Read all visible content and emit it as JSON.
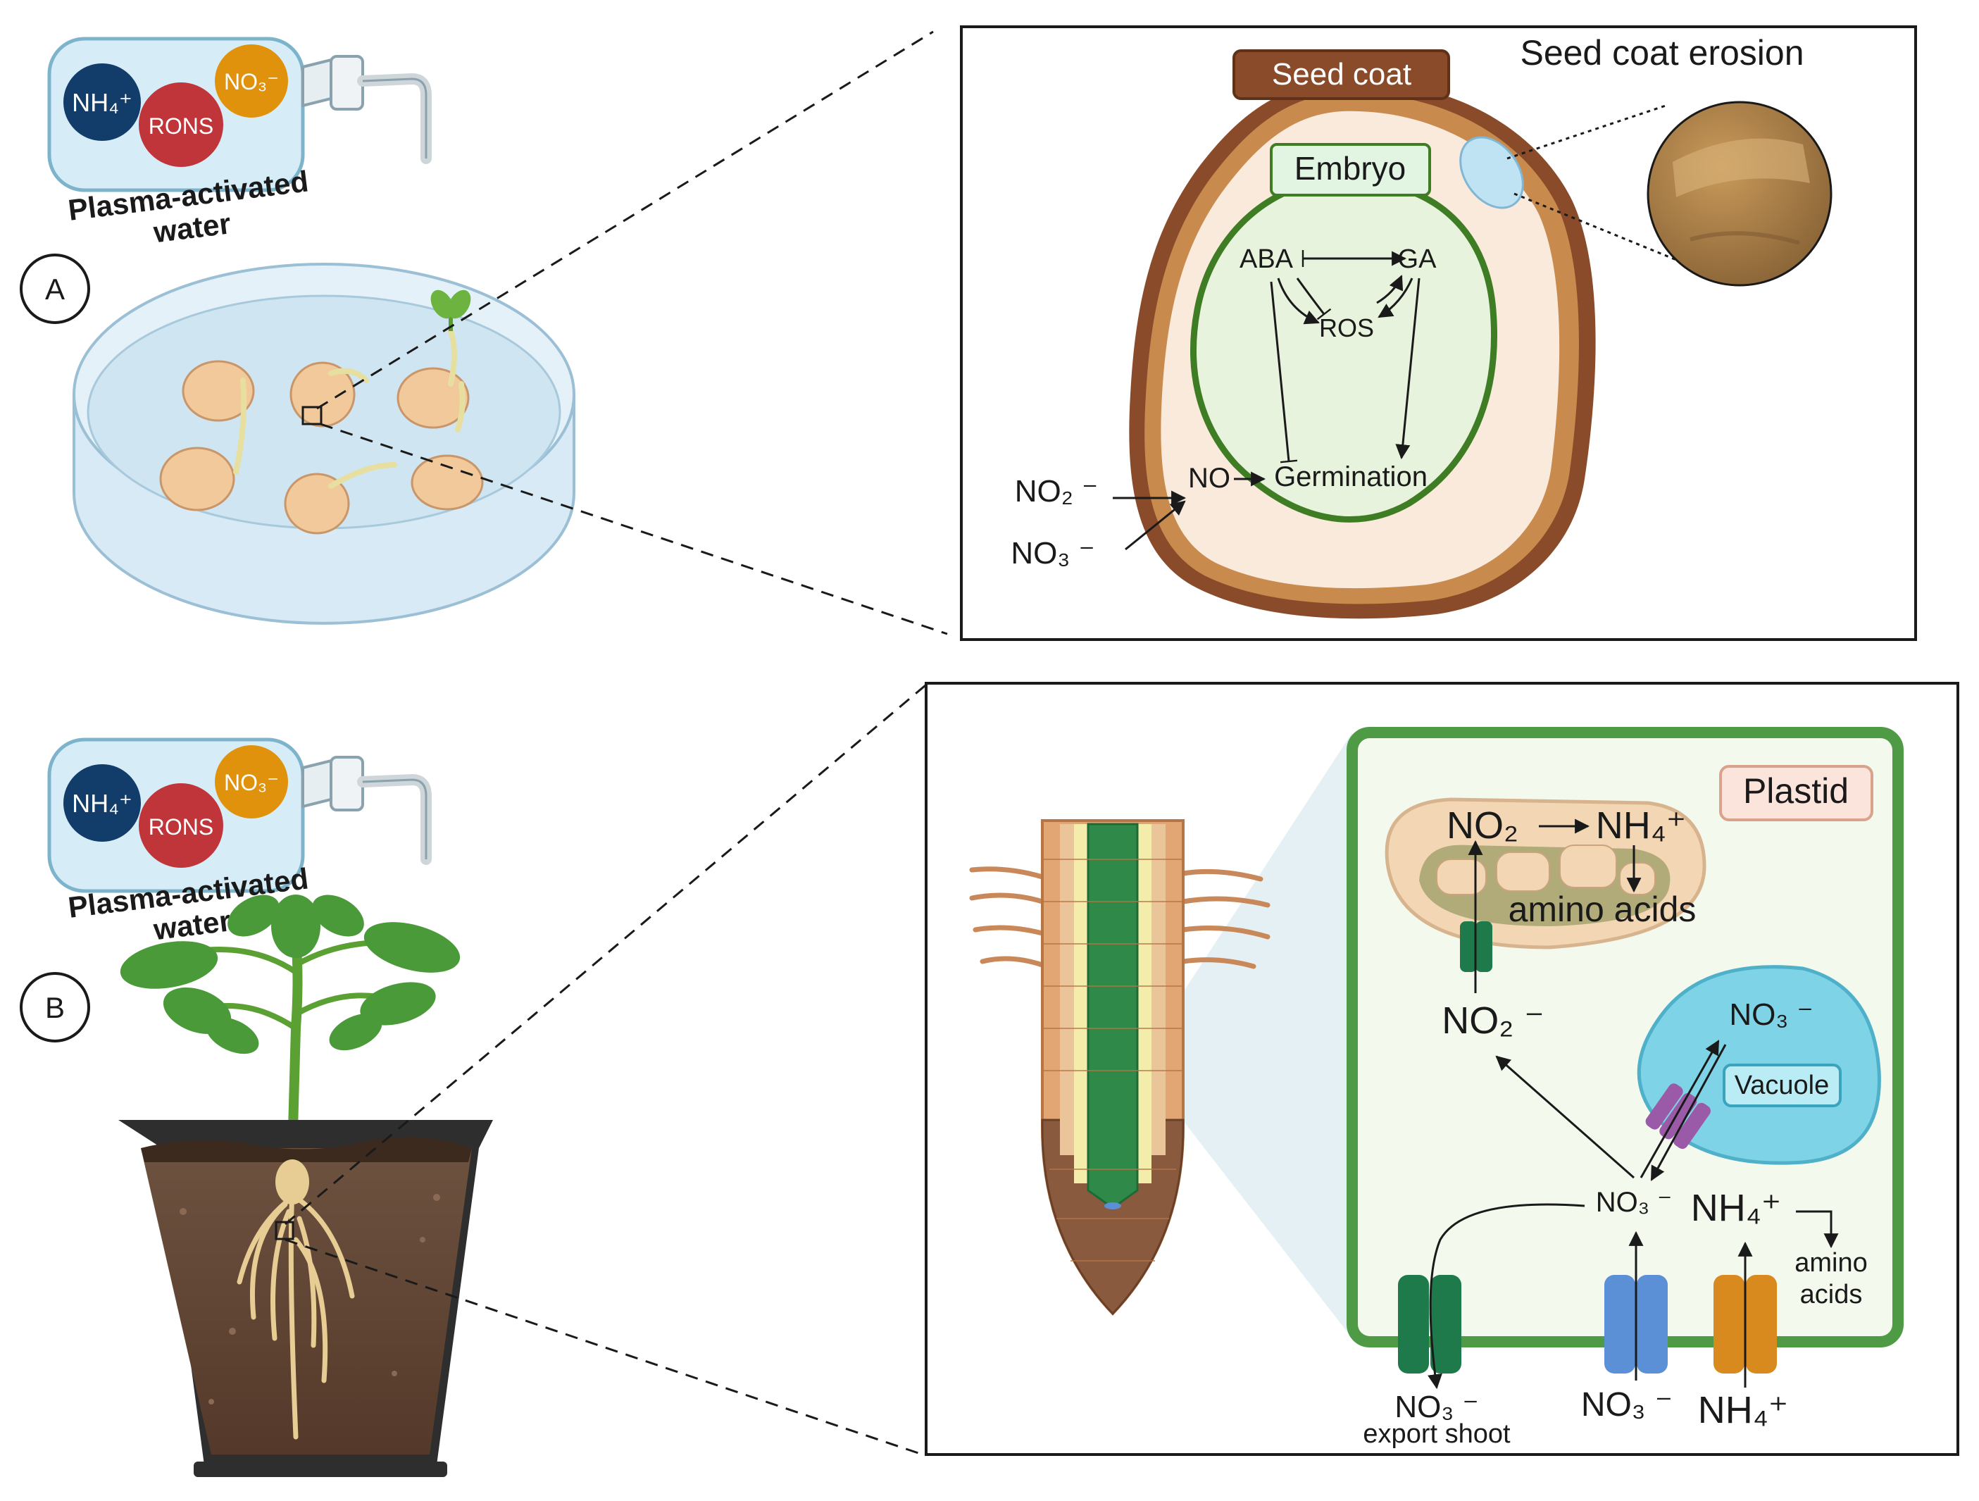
{
  "panel_a": {
    "marker": "A",
    "bottle": {
      "ion_ammonium": "NH₄⁺",
      "ion_rons": "RONS",
      "ion_nitrate": "NO₃⁻",
      "label_line1": "Plasma-activated",
      "label_line2": "water"
    },
    "inset": {
      "seed_coat_label": "Seed coat",
      "erosion_label": "Seed coat erosion",
      "embryo_label": "Embryo",
      "aba": "ABA",
      "ga": "GA",
      "ros": "ROS",
      "no": "NO",
      "germination": "Germination",
      "no2": "NO₂ ⁻",
      "no3": "NO₃ ⁻"
    }
  },
  "panel_b": {
    "marker": "B",
    "bottle": {
      "ion_ammonium": "NH₄⁺",
      "ion_rons": "RONS",
      "ion_nitrate": "NO₃⁻",
      "label_line1": "Plasma-activated",
      "label_line2": "water"
    },
    "inset": {
      "plastid_label": "Plastid",
      "plastid_no2": "NO₂",
      "plastid_nh4": "NH₄⁺",
      "plastid_amino": "amino acids",
      "cyto_no2": "NO₂ ⁻",
      "vacuole_no3": "NO₃ ⁻",
      "vacuole_label": "Vacuole",
      "cyto_no3": "NO₃ ⁻",
      "cyto_nh4": "NH₄⁺",
      "amino_line1": "amino",
      "amino_line2": "acids",
      "export_no3": "NO₃ ⁻",
      "export_label": "export shoot",
      "ext_no3": "NO₃ ⁻",
      "ext_nh4": "NH₄⁺"
    }
  },
  "colors": {
    "ammonium": "#123d6b",
    "rons": "#c0353a",
    "nitrate": "#e0920c",
    "seed_coat": "#8a4b2b",
    "embryo_green": "#3f7d25",
    "cell_wall": "#4e9a45",
    "vacuole": "#7fd3e6"
  }
}
